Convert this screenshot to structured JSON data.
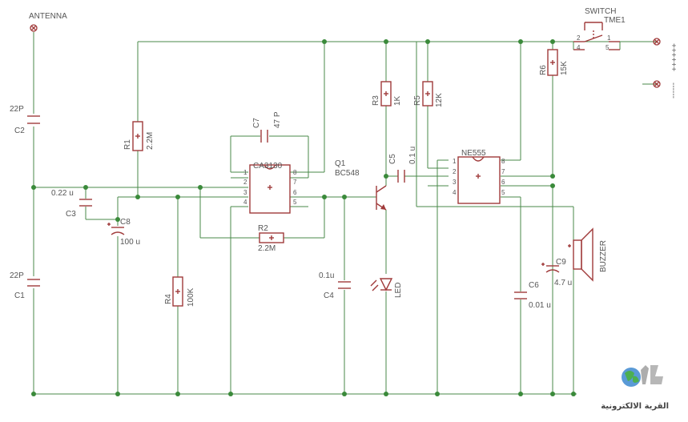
{
  "labels": {
    "antenna": "ANTENNA",
    "switch_title": "SWITCH",
    "switch_name": "TME1",
    "switch_pin1": "1",
    "switch_pin2": "2",
    "switch_pin4": "4",
    "switch_pin5": "5",
    "supply_plus": "++++++",
    "supply_minus": "------",
    "c2_value": "22P",
    "c2_name": "C2",
    "c1_value": "22P",
    "c1_name": "C1",
    "c3_value": "0.22 u",
    "c3_name": "C3",
    "c8_name": "C8",
    "c8_value": "100 u",
    "r1_name": "R1",
    "r1_value": "2.2M",
    "r4_name": "R4",
    "r4_value": "100K",
    "c7_name": "C7",
    "c7_value": "47 P",
    "u1_name": "CA3130",
    "r2_name": "R2",
    "r2_value": "2.2M",
    "q1_name": "Q1",
    "q1_value": "BC548",
    "r3_name": "R3",
    "r3_value": "1K",
    "r5_name": "R5",
    "r5_value": "12K",
    "c5_name": "C5",
    "c5_value": "0.1 u",
    "c4_value": "0.1u",
    "c4_name": "C4",
    "led_name": "LED",
    "u2_name": "NE555",
    "r6_name": "R6",
    "r6_value": "15K",
    "c6_name": "C6",
    "c6_value": "0.01 u",
    "c9_name": "C9",
    "c9_value": "4.7 u",
    "buzzer_name": "BUZZER",
    "u1_pins": [
      "1",
      "2",
      "3",
      "4",
      "8",
      "7",
      "6",
      "5"
    ],
    "u2_pins": [
      "1",
      "2",
      "3",
      "4",
      "8",
      "7",
      "6",
      "5"
    ],
    "logo_text": "القرية الالكترونية"
  },
  "colors": {
    "wire": "#4a8a4a",
    "part": "#a03a3a",
    "junction": "#3a8a3a",
    "text": "#555555"
  }
}
